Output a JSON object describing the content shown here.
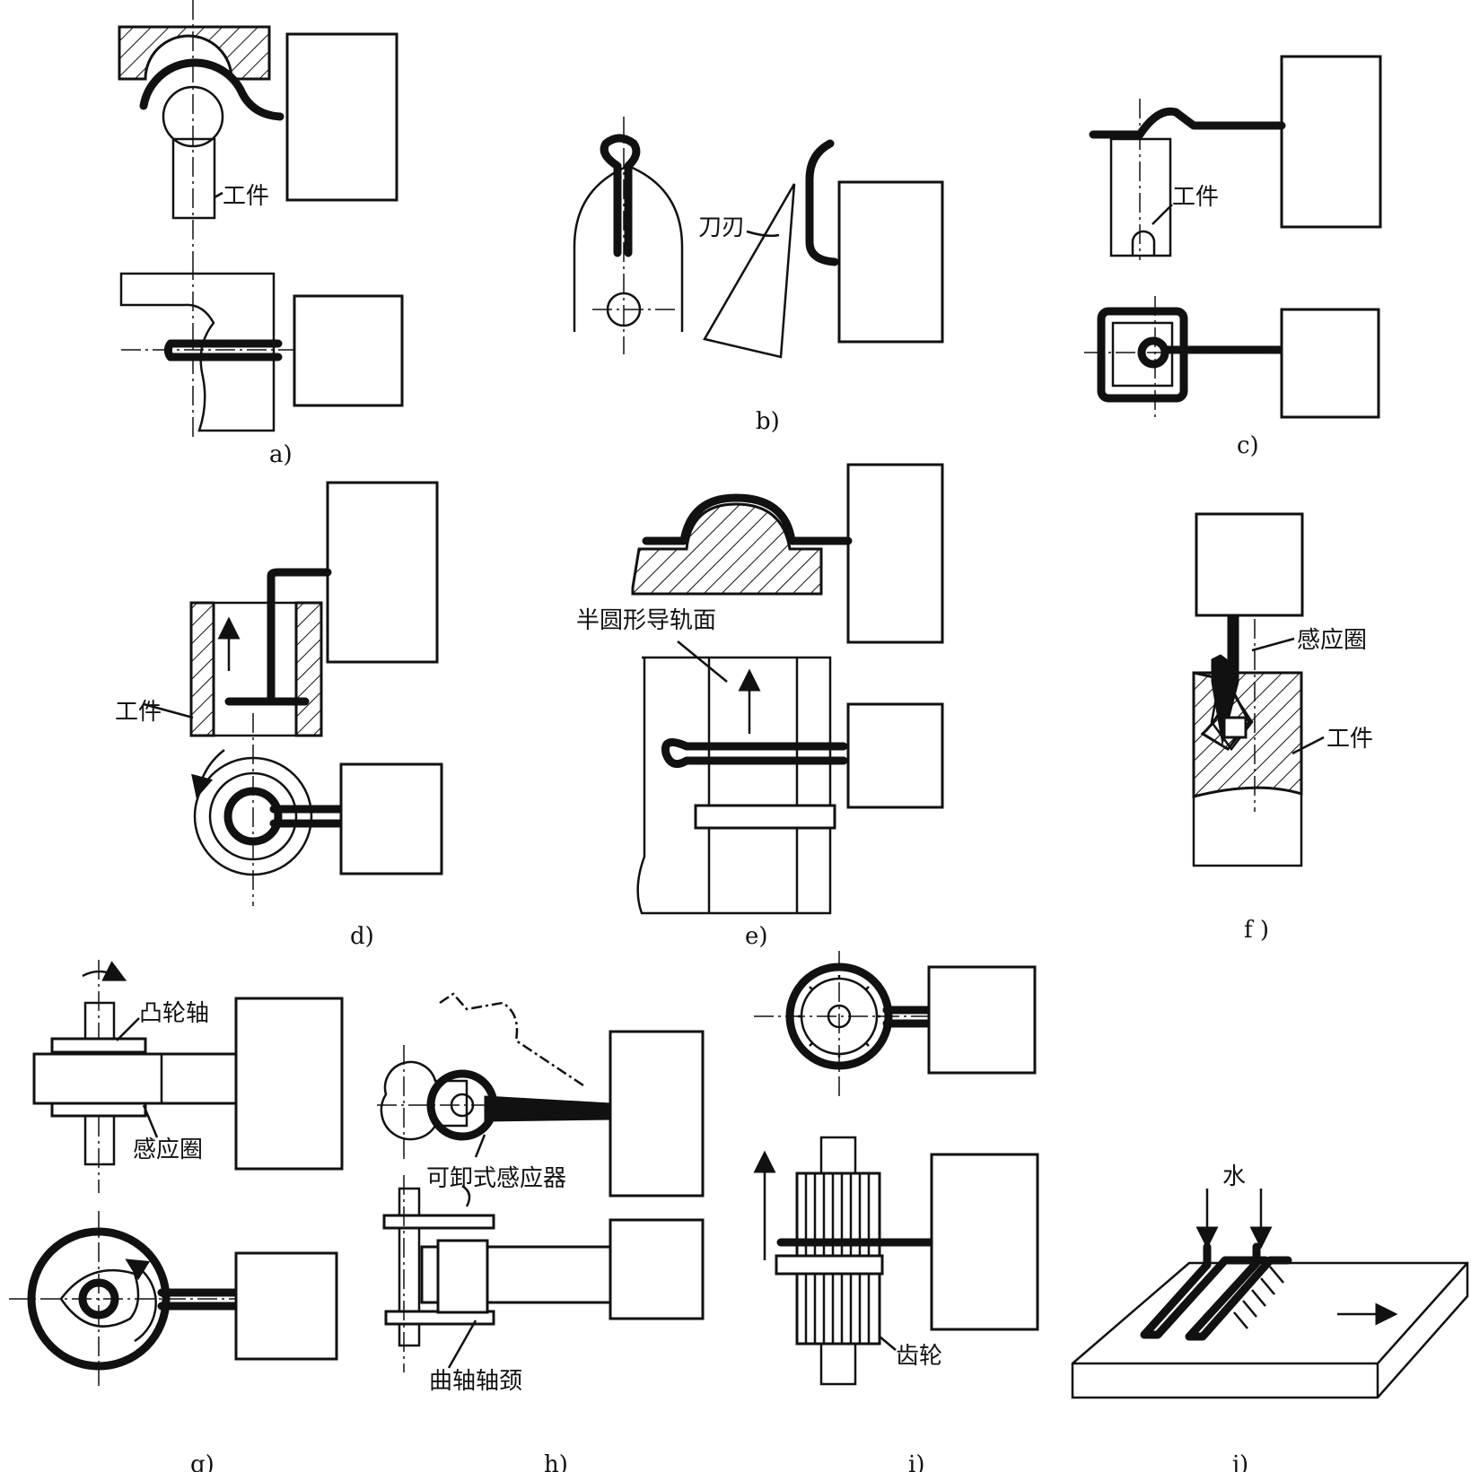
{
  "panels": {
    "a": {
      "caption": "a)",
      "workpiece": "工件"
    },
    "b": {
      "caption": "b)",
      "blade": "刀刃"
    },
    "c": {
      "caption": "c)",
      "workpiece": "工件"
    },
    "d": {
      "caption": "d)",
      "workpiece": "工件"
    },
    "e": {
      "caption": "e)",
      "guide_surface": "半圆形导轨面"
    },
    "f": {
      "caption": "f )",
      "coil": "感应圈",
      "workpiece": "工件"
    },
    "g": {
      "caption": "g)",
      "camshaft": "凸轮轴",
      "coil": "感应圈"
    },
    "h": {
      "caption": "h)",
      "detachable_inductor": "可卸式感应器",
      "crank_journal": "曲轴轴颈"
    },
    "i": {
      "caption": "i)",
      "gear": "齿轮"
    },
    "j": {
      "caption": "j)",
      "water": "水"
    }
  }
}
